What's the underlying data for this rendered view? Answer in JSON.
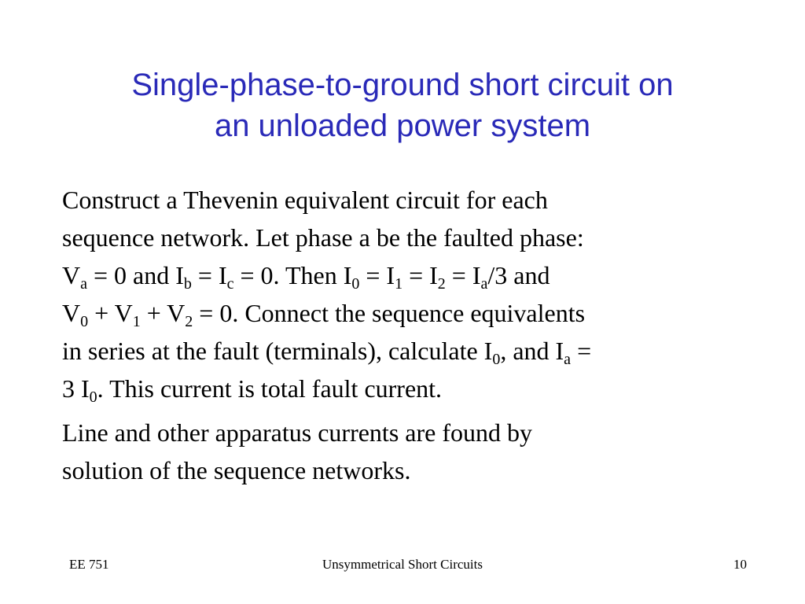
{
  "slide": {
    "title": {
      "line1": "Single-phase-to-ground short circuit on",
      "line2": "an unloaded power system"
    },
    "paragraph1": {
      "line1": "Construct a Thevenin equivalent circuit for each",
      "line2": "sequence network.  Let phase a be the faulted phase:",
      "line3": [
        "V",
        "a",
        " = 0  and I",
        "b",
        " = I",
        "c",
        " = 0.  Then  I",
        "0",
        " = I",
        "1",
        " = I",
        "2",
        " = I",
        "a",
        "/3  and"
      ],
      "line4": [
        "V",
        "0",
        " + V",
        "1",
        " + V",
        "2",
        " = 0.  Connect the sequence equivalents"
      ],
      "line5": [
        "in series at the fault (terminals), calculate I",
        "0",
        ", and I",
        "a",
        " ="
      ],
      "line6": [
        "3 I",
        "0",
        ".  This current is total fault current."
      ]
    },
    "paragraph2": {
      "line1": "Line and other apparatus currents are found by",
      "line2": "solution of the sequence networks."
    },
    "footer": {
      "course": "EE 751",
      "topic": "Unsymmetrical Short Circuits",
      "page_number": "10"
    },
    "colors": {
      "title": "#2a2ab8",
      "body_text": "#000000",
      "background": "#ffffff"
    }
  }
}
